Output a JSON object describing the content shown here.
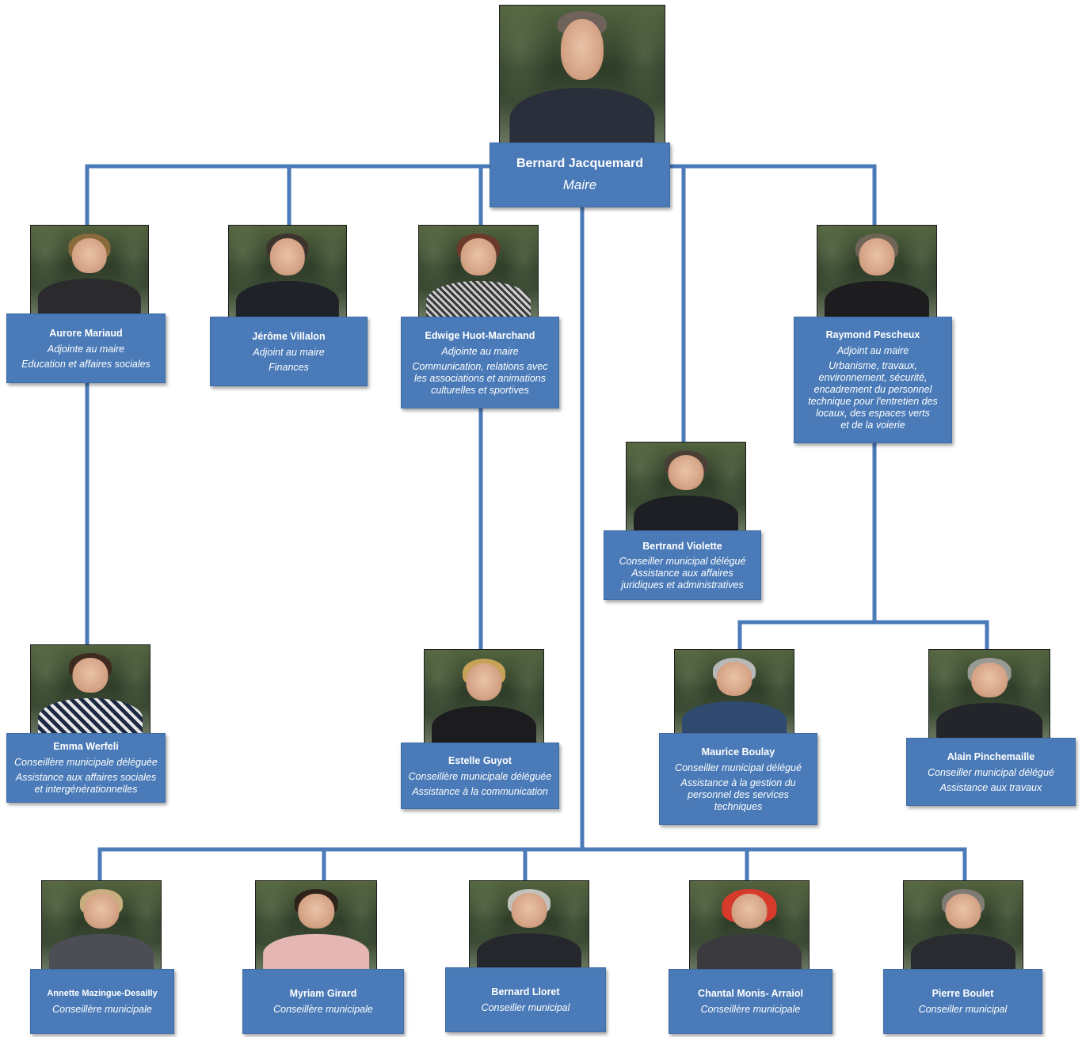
{
  "colors": {
    "box_fill": "#4a7ab7",
    "connector": "#4a7ab7",
    "text": "#ffffff"
  },
  "mayor": {
    "name": "Bernard Jacquemard",
    "role": "Maire"
  },
  "adjoints": [
    {
      "name": "Aurore Mariaud",
      "role": "Adjointe au maire",
      "dept": "Education et affaires sociales"
    },
    {
      "name": "Jérôme Villalon",
      "role": "Adjoint au maire",
      "dept": "Finances"
    },
    {
      "name": "Edwige Huot-Marchand",
      "role": "Adjointe au maire",
      "dept": "Communication, relations avec\nles associations  et animations\nculturelles et sportives"
    },
    {
      "name": "Raymond Pescheux",
      "role": "Adjoint au maire",
      "dept": "Urbanisme, travaux,\nenvironnement, sécurité,\nencadrement du personnel\ntechnique pour l'entretien des\nlocaux, des espaces verts\net de la voierie"
    }
  ],
  "delegates": [
    {
      "name": "Bertrand Violette",
      "role": "Conseiller municipal délégué",
      "dept": "Assistance aux affaires\njuridiques et administratives"
    },
    {
      "name": "Emma Werfeli",
      "role": "Conseillère municipale déléguée",
      "dept": "Assistance aux affaires sociales\net intergénérationnelles"
    },
    {
      "name": "Estelle Guyot",
      "role": "Conseillère municipale déléguée",
      "dept": "Assistance à la communication"
    },
    {
      "name": "Maurice Boulay",
      "role": "Conseiller municipal délégué",
      "dept": "Assistance à la gestion du\npersonnel des services\ntechniques"
    },
    {
      "name": "Alain Pinchemaille",
      "role": "Conseiller municipal délégué",
      "dept": "Assistance aux travaux"
    }
  ],
  "councillors": [
    {
      "name": "Annette Mazingue-Desailly",
      "role": "Conseillère municipale"
    },
    {
      "name": "Myriam Girard",
      "role": "Conseillère municipale"
    },
    {
      "name": "Bernard Lloret",
      "role": "Conseiller municipal"
    },
    {
      "name": "Chantal Monis- Arraiol",
      "role": "Conseillère municipale"
    },
    {
      "name": "Pierre Boulet",
      "role": "Conseiller municipal"
    }
  ]
}
